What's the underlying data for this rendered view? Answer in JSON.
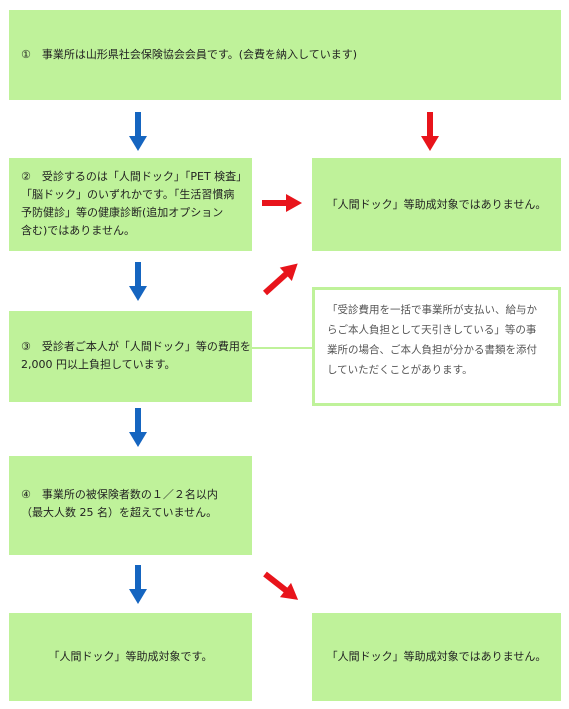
{
  "step1": {
    "text": "①　事業所は山形県社会保険協会会員です。(会費を納入しています)"
  },
  "step2": {
    "lines": [
      "②　受診するのは「人間ドック」「PET 検査」",
      "「脳ドック」のいずれかです。「生活習慣病",
      "予防健診」等の健康診断(追加オプション",
      "含む)ではありません。"
    ]
  },
  "step3": {
    "lines": [
      "③　受診者ご本人が「人間ドック」等の費用を",
      "2,000 円以上負担しています。"
    ]
  },
  "step4": {
    "lines": [
      "④　事業所の被保険者数の１／２名以内",
      "（最大人数 25 名）を超えていません。"
    ]
  },
  "not_eligible_top": {
    "text": "「人間ドック」等助成対象ではありません。"
  },
  "note": {
    "lines": [
      "「受診費用を一括で事業所が支払い、給与か",
      "らご本人負担として天引きしている」等の事",
      "業所の場合、ご本人負担が分かる書類を添付",
      "していただくことがあります。"
    ]
  },
  "eligible": {
    "text": "「人間ドック」等助成対象です。"
  },
  "not_eligible_bottom": {
    "text": "「人間ドック」等助成対象ではありません。"
  },
  "colors": {
    "box": "#bff29a",
    "yes_arrow": "#1565c0",
    "no_arrow": "#e8141b"
  }
}
